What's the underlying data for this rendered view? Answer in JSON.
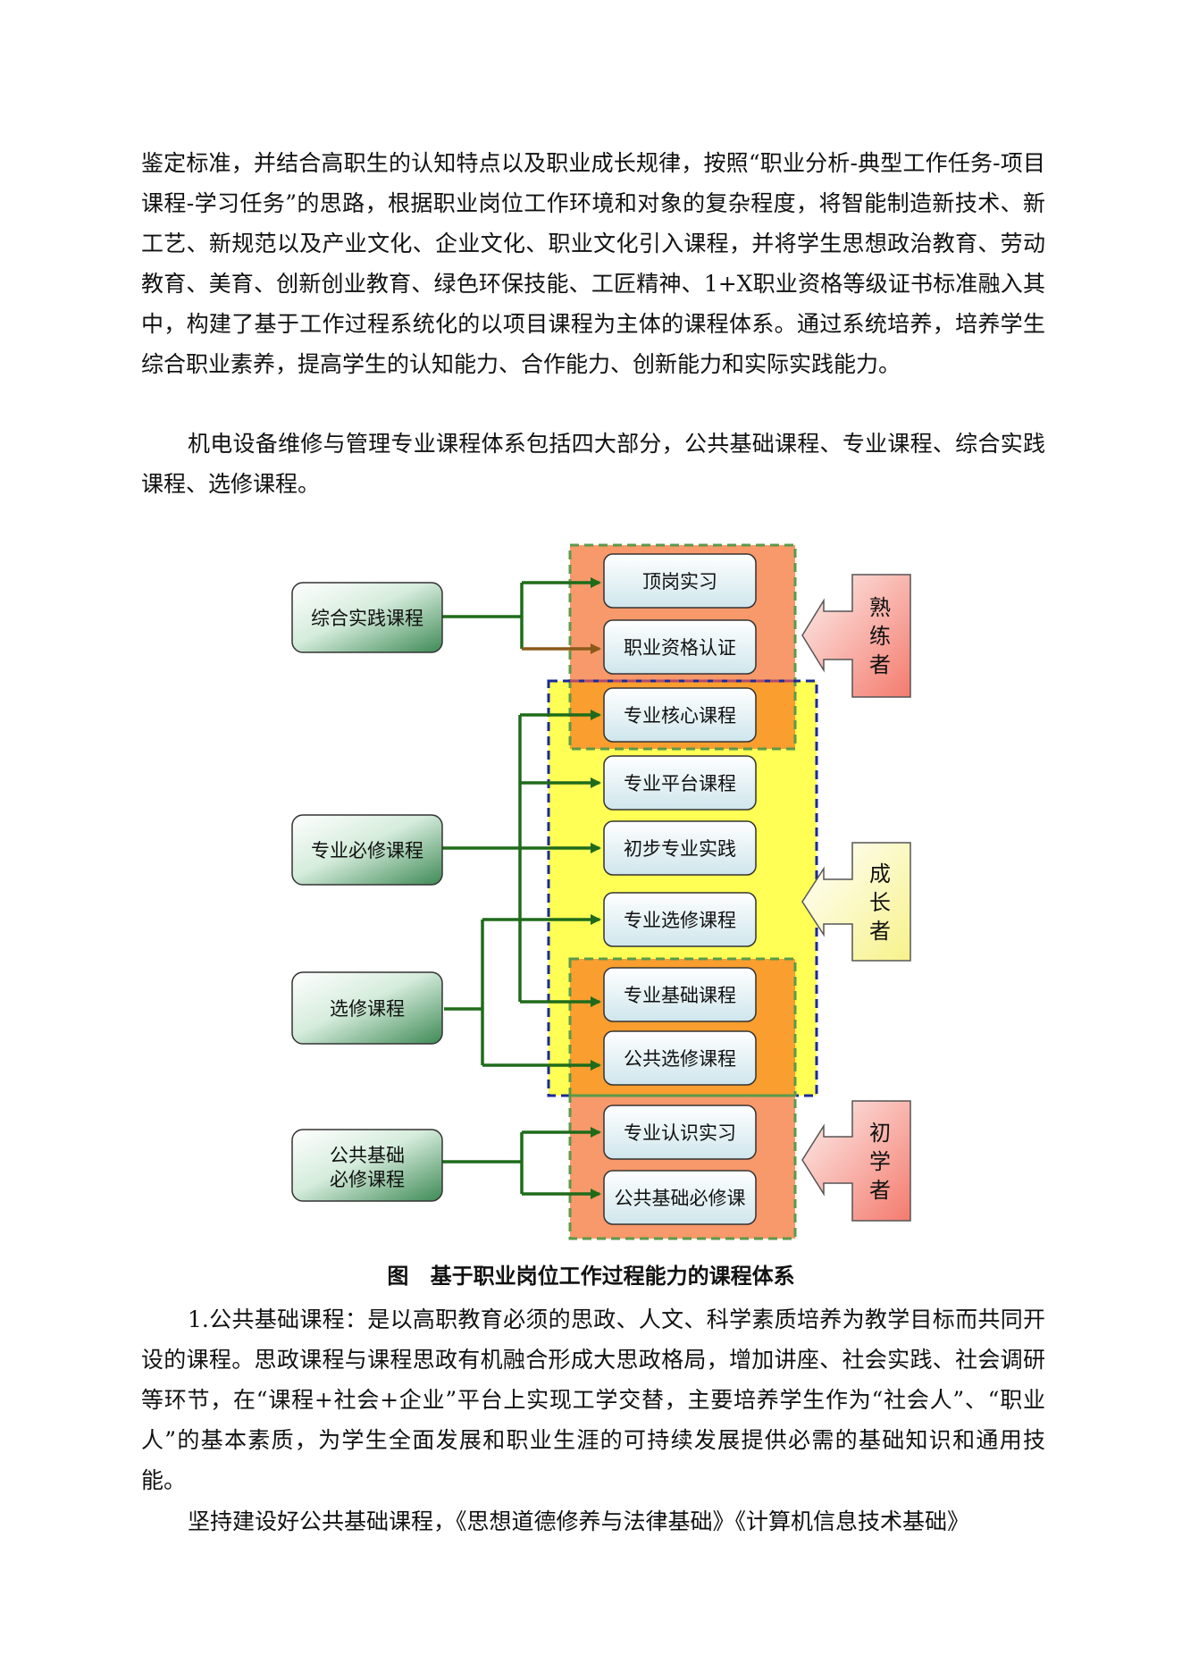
{
  "paragraphs": [
    "鉴定标准，并结合高职生的认知特点以及职业成长规律，按照“职业分析-典型工作任务-项目课程-学习任务”的思路，根据职业岗位工作环境和对象的复杂程度，将智能制造新技术、新工艺、新规范以及产业文化、企业文化、职业文化引入课程，并将学生思想政治教育、劳动教育、美育、创新创业教育、绿色环保技能、工匠精神、1+X职业资格等级证书标准融入其中，构建了基于工作过程系统化的以项目课程为主体的课程体系。通过系统培养，培养学生综合职业素养，提高学生的认知能力、合作能力、创新能力和实际实践能力。",
    "机电设备维修与管理专业课程体系包括四大部分，公共基础课程、专业课程、综合实践课程、选修课程。",
    "1.公共基础课程：是以高职教育必须的思政、人文、科学素质培养为教学目标而共同开设的课程。思政课程与课程思政有机融合形成大思政格局，增加讲座、社会实践、社会调研等环节，在“课程+社会+企业”平台上实现工学交替，主要培养学生作为“社会人”、“职业人”的基本素质，为学生全面发展和职业生涯的可持续发展提供必需的基础知识和通用技能。",
    "坚持建设好公共基础课程，《思想道德修养与法律基础》《计算机信息技术基础》"
  ],
  "figure": {
    "caption_prefix": "图",
    "caption_title": "基于职业岗位工作过程能力的课程体系",
    "left_boxes": [
      {
        "lines": [
          "综合实践课程"
        ]
      },
      {
        "lines": [
          "专业必修课程"
        ]
      },
      {
        "lines": [
          "选修课程"
        ]
      },
      {
        "lines": [
          "公共基础",
          "必修课程"
        ]
      }
    ],
    "center_boxes": [
      "顶岗实习",
      "职业资格认证",
      "专业核心课程",
      "专业平台课程",
      "初步专业实践",
      "专业选修课程",
      "专业基础课程",
      "公共选修课程",
      "专业认识实习",
      "公共基础必修课"
    ],
    "side_labels": [
      {
        "chars": [
          "熟",
          "练",
          "者"
        ],
        "fill": "#f47b6e"
      },
      {
        "chars": [
          "成",
          "长",
          "者"
        ],
        "fill": "#f7f28a"
      },
      {
        "chars": [
          "初",
          "学",
          "者"
        ],
        "fill": "#f47b6e"
      }
    ],
    "colors": {
      "orange_band": "#f7996a",
      "yellow_band": "#ffff55",
      "overlap": "#f99e2f",
      "green_dash": "#5a9a4a",
      "blue_dash": "#1a2a9a",
      "red_dash": "#b04a6a",
      "arrow": "#1f6b1a",
      "arrow_brown": "#8a5a1a"
    }
  }
}
